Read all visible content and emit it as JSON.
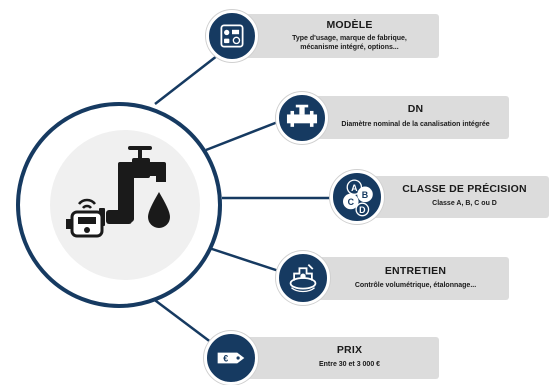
{
  "colors": {
    "navy": "#163a61",
    "box": "#dcdcdc",
    "hub_bg": "#f0f0f0",
    "text": "#1a1a1a"
  },
  "items": [
    {
      "title": "MODÈLE",
      "desc_line1": "Type d'usage, marque de fabrique,",
      "desc_line2": "mécanisme intégré, options...",
      "icon": "meter-components-icon"
    },
    {
      "title": "DN",
      "desc_line1": "Diamètre nominal de la canalisation intégrée",
      "icon": "pipe-valve-icon"
    },
    {
      "title": "CLASSE DE PRÉCISION",
      "desc_line1": "Classe A, B, C ou D",
      "icon": "abcd-classes-icon",
      "letters": [
        "A",
        "B",
        "C",
        "D"
      ]
    },
    {
      "title": "ENTRETIEN",
      "desc_line1": "Contrôle volumétrique, étalonnage...",
      "icon": "maintenance-icon"
    },
    {
      "title": "PRIX",
      "desc_line1": "Entre 30 et 3 000 €",
      "icon": "price-tag-icon",
      "tag_symbol": "€"
    }
  ]
}
